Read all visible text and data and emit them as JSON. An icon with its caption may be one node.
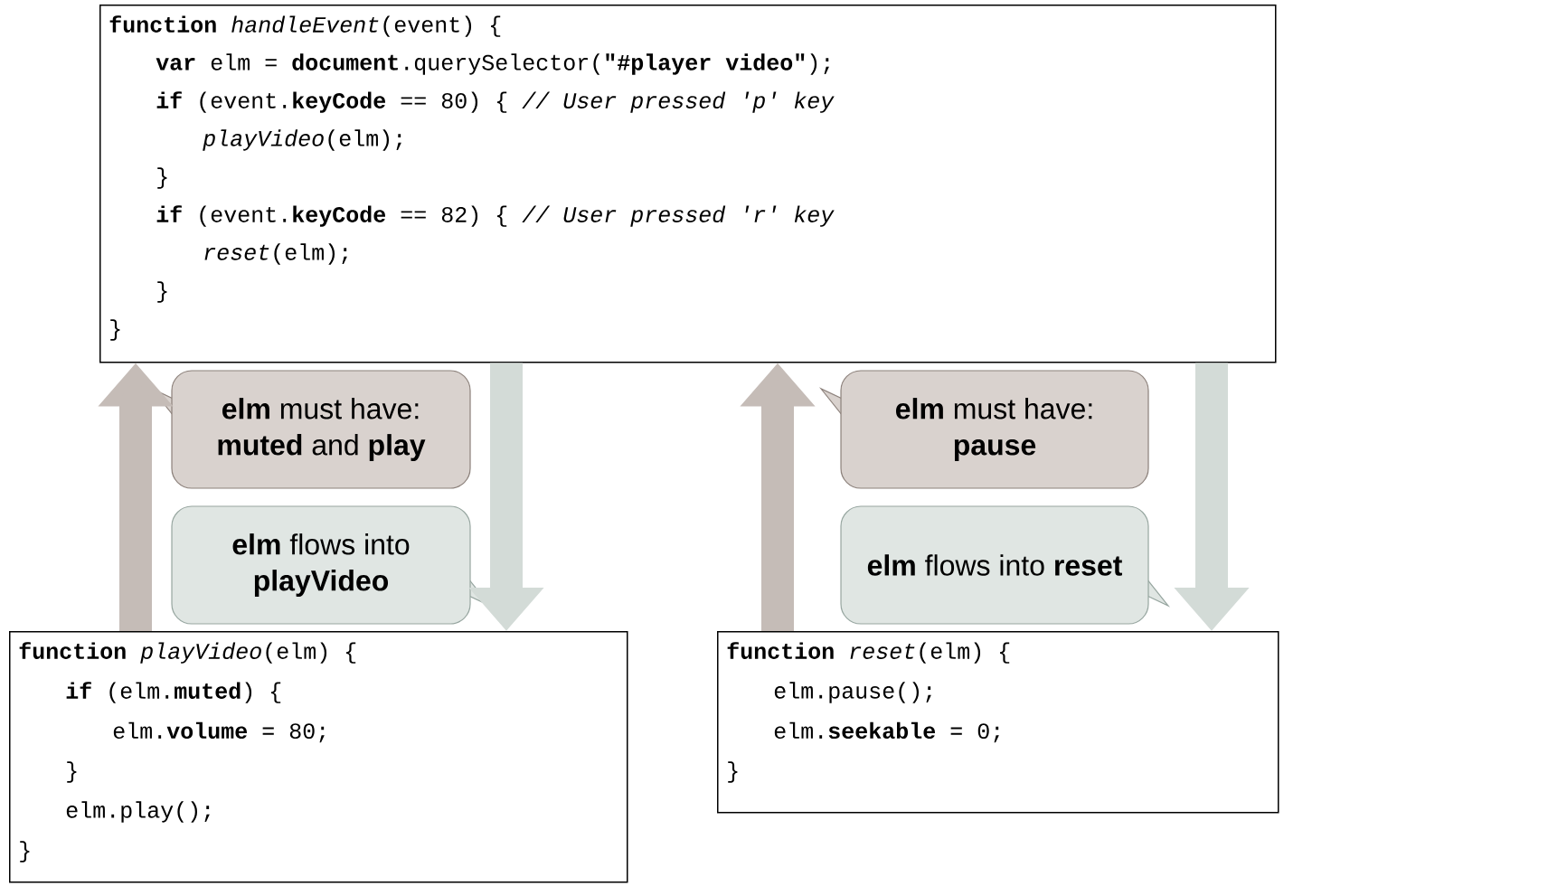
{
  "diagram": {
    "nodes": [
      {
        "text": [
          "**function** *handleEvent*(event) {",
          "**var** elm = **document**.querySelector(**\"#player video\"**);",
          "**if** (event.**keyCode** == 80) { *// User pressed 'p' key*",
          "*playVideo*(elm);",
          "}",
          "**if** (event.**keyCode** == 82) { *// User pressed 'r' key*",
          "*reset*(elm);",
          "}",
          "}"
        ]
      },
      {
        "text": [
          "**function** *playVideo*(elm) {",
          "**if** (elm.**muted**) {",
          "elm.**volume** = 80;",
          "}",
          "elm.play();",
          "}"
        ]
      },
      {
        "text": [
          "**function** *reset*(elm) {",
          "elm.pause();",
          "elm.**seekable** = 0;",
          "}"
        ]
      },
      {
        "text": [
          "**elm** must have: **muted** and **play**"
        ]
      },
      {
        "text": [
          "**elm** flows into **playVideo**"
        ]
      },
      {
        "text": [
          "**elm** must have: **pause**"
        ]
      },
      {
        "text": [
          "**elm** flows into **reset**"
        ]
      }
    ],
    "edges": [
      {
        "from": 1,
        "to": 0,
        "arrow": "to",
        "color": "#c5bcb7"
      },
      {
        "from": 0,
        "to": 1,
        "arrow": "to",
        "color": "#d3dbd7"
      },
      {
        "from": 2,
        "to": 0,
        "arrow": "to",
        "color": "#c5bcb7"
      },
      {
        "from": 0,
        "to": 2,
        "arrow": "to",
        "color": "#d3dbd7"
      }
    ]
  }
}
